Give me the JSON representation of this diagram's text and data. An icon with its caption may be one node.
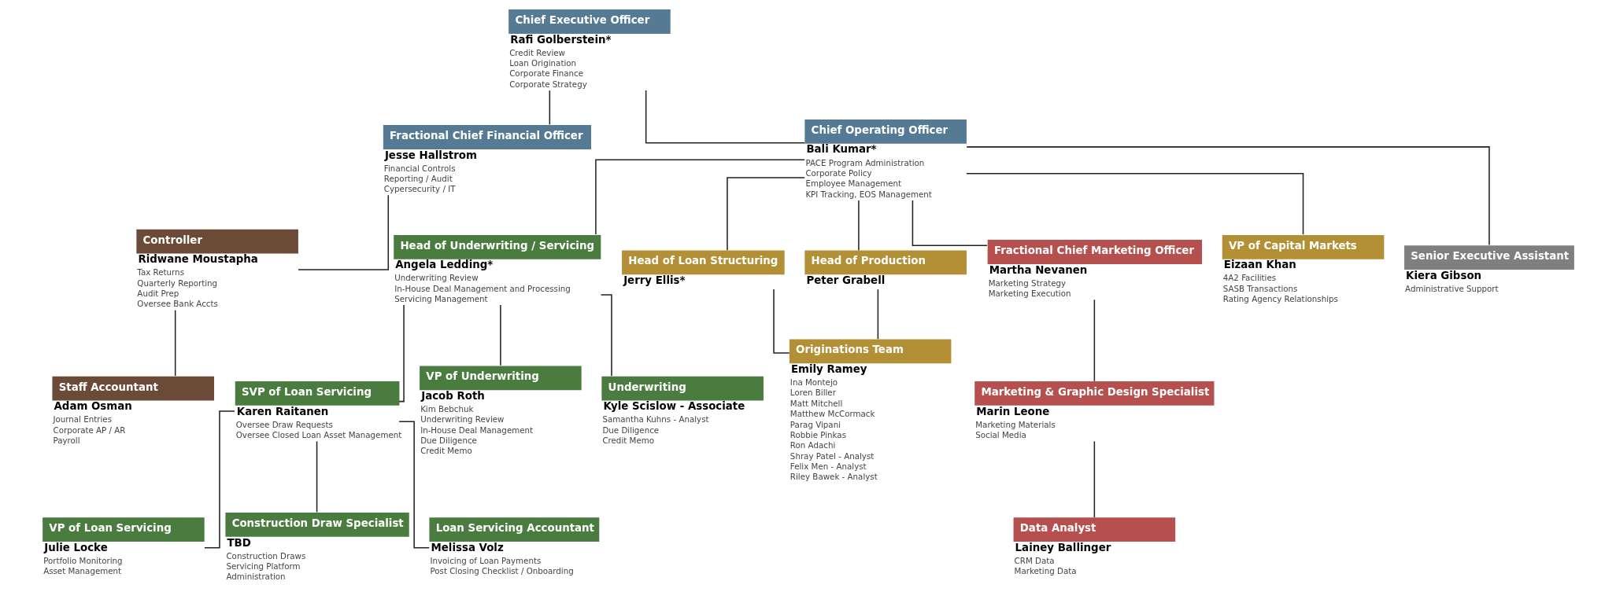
{
  "diagram": {
    "nodes": [
      {
        "text": [
          "Chief Executive Officer"
        ],
        "beside": [
          "Rafi Golberstein*",
          "Credit Review",
          "Loan Origination",
          "Corporate Finance",
          "Corporate Strategy"
        ]
      },
      {
        "text": [
          "Fractional Chief Financial Officer"
        ],
        "beside": [
          "Jesse Hallstrom",
          "Financial Controls",
          "Reporting / Audit",
          "Cypersecurity / IT"
        ]
      },
      {
        "text": [
          "Chief Operating Officer"
        ],
        "beside": [
          "Bali Kumar*",
          "PACE Program Administration",
          "Corporate Policy",
          "Employee Management",
          "KPI Tracking, EOS Management"
        ]
      },
      {
        "text": [
          "Controller"
        ],
        "beside": [
          "Ridwane Moustapha",
          "Tax Returns",
          "Quarterly Reporting",
          "Audit Prep",
          "Oversee Bank Accts"
        ]
      },
      {
        "text": [
          "Head of Underwriting / Servicing"
        ],
        "beside": [
          "Angela Ledding*",
          "Underwriting Review",
          "In-House Deal Management and Processing",
          "Servicing Management"
        ]
      },
      {
        "text": [
          "SVP of Loan Servicing"
        ],
        "beside": [
          "Karen Raitanen",
          "Oversee Draw Requests",
          "Oversee Closed Loan Asset Management"
        ]
      },
      {
        "text": [
          "Head of Loan Structuring"
        ],
        "beside": [
          "Jerry Ellis*"
        ]
      },
      {
        "text": [
          "Head of Production"
        ],
        "beside": [
          "Peter Grabell"
        ]
      },
      {
        "text": [
          "Fractional Chief Marketing Officer"
        ],
        "beside": [
          "Martha Nevanen",
          "Marketing Strategy",
          "Marketing Execution"
        ]
      },
      {
        "text": [
          "VP of Loan Servicing"
        ],
        "beside": [
          "Julie Locke",
          "Portfolio Monitoring",
          "Asset Management"
        ]
      },
      {
        "text": [
          "VP of Underwriting"
        ],
        "beside": [
          "Jacob Roth",
          "Kim Bebchuk",
          "Underwriting Review",
          "In-House Deal Management",
          "Due Diligence",
          "Credit Memo"
        ]
      },
      {
        "text": [
          "VP of Capital Markets"
        ],
        "beside": [
          "Eizaan Khan",
          "4A2 Facilities",
          "SASB Transactions",
          "Rating Agency Relationships"
        ]
      },
      {
        "text": [
          "Originations Team"
        ],
        "beside": [
          "Emily Ramey",
          "Ina Montejo",
          "Loren Biller",
          "Matt Mitchell",
          "Matthew McCormack",
          "Parag Vipani",
          "Robbie Pinkas",
          "Ron Adachi",
          "Shray Patel - Analyst",
          "Felix Men - Analyst",
          "Riley Bawek - Analyst"
        ]
      },
      {
        "text": [
          "Senior Executive Assistant"
        ],
        "beside": [
          "Kiera Gibson",
          "Administrative Support"
        ]
      },
      {
        "text": [
          "Marketing & Graphic Design Specialist"
        ],
        "beside": [
          "Marin Leone",
          "Marketing Materials",
          "Social Media"
        ]
      },
      {
        "text": [
          "Staff Accountant"
        ],
        "beside": [
          "Adam Osman",
          "Journal Entries",
          "Corporate AP / AR",
          "Payroll"
        ]
      },
      {
        "text": [
          "Construction Draw Specialist"
        ],
        "beside": [
          "TBD",
          "Construction Draws",
          "Servicing Platform",
          "Administration"
        ]
      },
      {
        "text": [
          "Loan Servicing Accountant"
        ],
        "beside": [
          "Melissa Volz",
          "Invoicing of Loan Payments",
          "Post Closing Checklist / Onboarding"
        ]
      },
      {
        "text": [
          "Underwriting"
        ],
        "beside": [
          "Kyle Scislow - Associate",
          "Samantha Kuhns - Analyst",
          "Due Diligence",
          "Credit Memo"
        ]
      },
      {
        "text": [
          "Data Analyst"
        ],
        "beside": [
          "Lainey Ballinger",
          "CRM Data",
          "Marketing Data"
        ]
      }
    ],
    "edges": [
      {
        "from": 0,
        "to": 1,
        "arrow": "none"
      },
      {
        "from": 0,
        "to": 2,
        "arrow": "none"
      },
      {
        "from": 1,
        "to": 3,
        "arrow": "none"
      },
      {
        "from": 3,
        "to": 15,
        "arrow": "none"
      },
      {
        "from": 2,
        "to": 4,
        "arrow": "none"
      },
      {
        "from": 2,
        "to": 11,
        "arrow": "none"
      },
      {
        "from": 2,
        "to": 6,
        "arrow": "none"
      },
      {
        "from": 2,
        "to": 7,
        "arrow": "none"
      },
      {
        "from": 2,
        "to": 13,
        "arrow": "none"
      },
      {
        "from": 2,
        "to": 8,
        "arrow": "none"
      },
      {
        "from": 4,
        "to": 5,
        "arrow": "none"
      },
      {
        "from": 4,
        "to": 18,
        "arrow": "none"
      },
      {
        "from": 4,
        "to": 10,
        "arrow": "none"
      },
      {
        "from": 5,
        "to": 9,
        "arrow": "none"
      },
      {
        "from": 5,
        "to": 16,
        "arrow": "none"
      },
      {
        "from": 5,
        "to": 17,
        "arrow": "none"
      },
      {
        "from": 6,
        "to": 12,
        "arrow": "none"
      },
      {
        "from": 7,
        "to": 12,
        "arrow": "none"
      },
      {
        "from": 8,
        "to": 14,
        "arrow": "none"
      },
      {
        "from": 14,
        "to": 19,
        "arrow": "none"
      }
    ]
  }
}
